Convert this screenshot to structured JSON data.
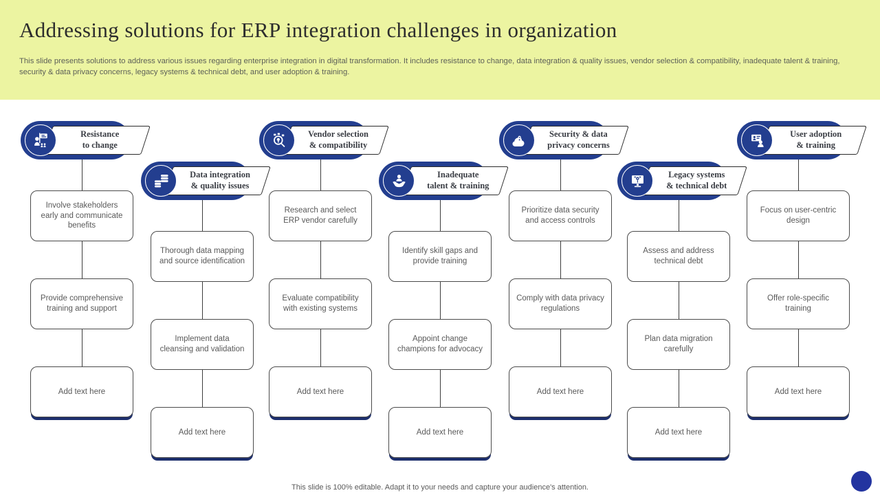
{
  "header": {
    "title": "Addressing solutions for ERP integration challenges in organization",
    "description": "This slide presents solutions to address various issues regarding enterprise integration in digital transformation. It includes resistance to change, data integration & quality issues, vendor selection & compatibility, inadequate talent & training, security & data privacy concerns, legacy systems & technical debt, and user adoption & training."
  },
  "colors": {
    "band": "#ecf4a1",
    "navy": "#233e8f",
    "accent_dark": "#1d2f6d",
    "footer_dot": "#2334a0",
    "body_text": "#595959"
  },
  "columns": [
    {
      "id": "resistance-to-change",
      "title": "Resistance\nto change",
      "icon": "person-flag-icon",
      "boxes": [
        "Involve stakeholders early and communicate benefits",
        "Provide comprehensive training and support",
        "Add text here"
      ]
    },
    {
      "id": "data-integration-quality-issues",
      "title": "Data integration\n& quality issues",
      "icon": "database-icon",
      "boxes": [
        "Thorough data mapping and source identification",
        "Implement data cleansing and validation",
        "Add text here"
      ]
    },
    {
      "id": "vendor-selection-compatibility",
      "title": "Vendor selection\n& compatibility",
      "icon": "search-idea-icon",
      "boxes": [
        "Research and select ERP vendor carefully",
        "Evaluate compatibility with existing systems",
        "Add text here"
      ]
    },
    {
      "id": "inadequate-talent-training",
      "title": "Inadequate\ntalent & training",
      "icon": "hands-person-icon",
      "boxes": [
        "Identify skill gaps and provide training",
        "Appoint change champions for advocacy",
        "Add text here"
      ]
    },
    {
      "id": "security-data-privacy-concerns",
      "title": "Security & data\nprivacy concerns",
      "icon": "cloud-lock-icon",
      "boxes": [
        "Prioritize data security and access controls",
        "Comply with data privacy regulations",
        "Add text here"
      ]
    },
    {
      "id": "legacy-systems-technical-debt",
      "title": "Legacy systems\n& technical debt",
      "icon": "monitor-gear-icon",
      "boxes": [
        "Assess and address technical debt",
        "Plan data migration carefully",
        "Add text here"
      ]
    },
    {
      "id": "user-adoption-training",
      "title": "User adoption\n& training",
      "icon": "training-presentation-icon",
      "boxes": [
        "Focus on user-centric design",
        "Offer role-specific training",
        "Add text here"
      ]
    }
  ],
  "footer": {
    "note": "This slide is 100% editable. Adapt it to your needs and capture your audience's attention."
  }
}
